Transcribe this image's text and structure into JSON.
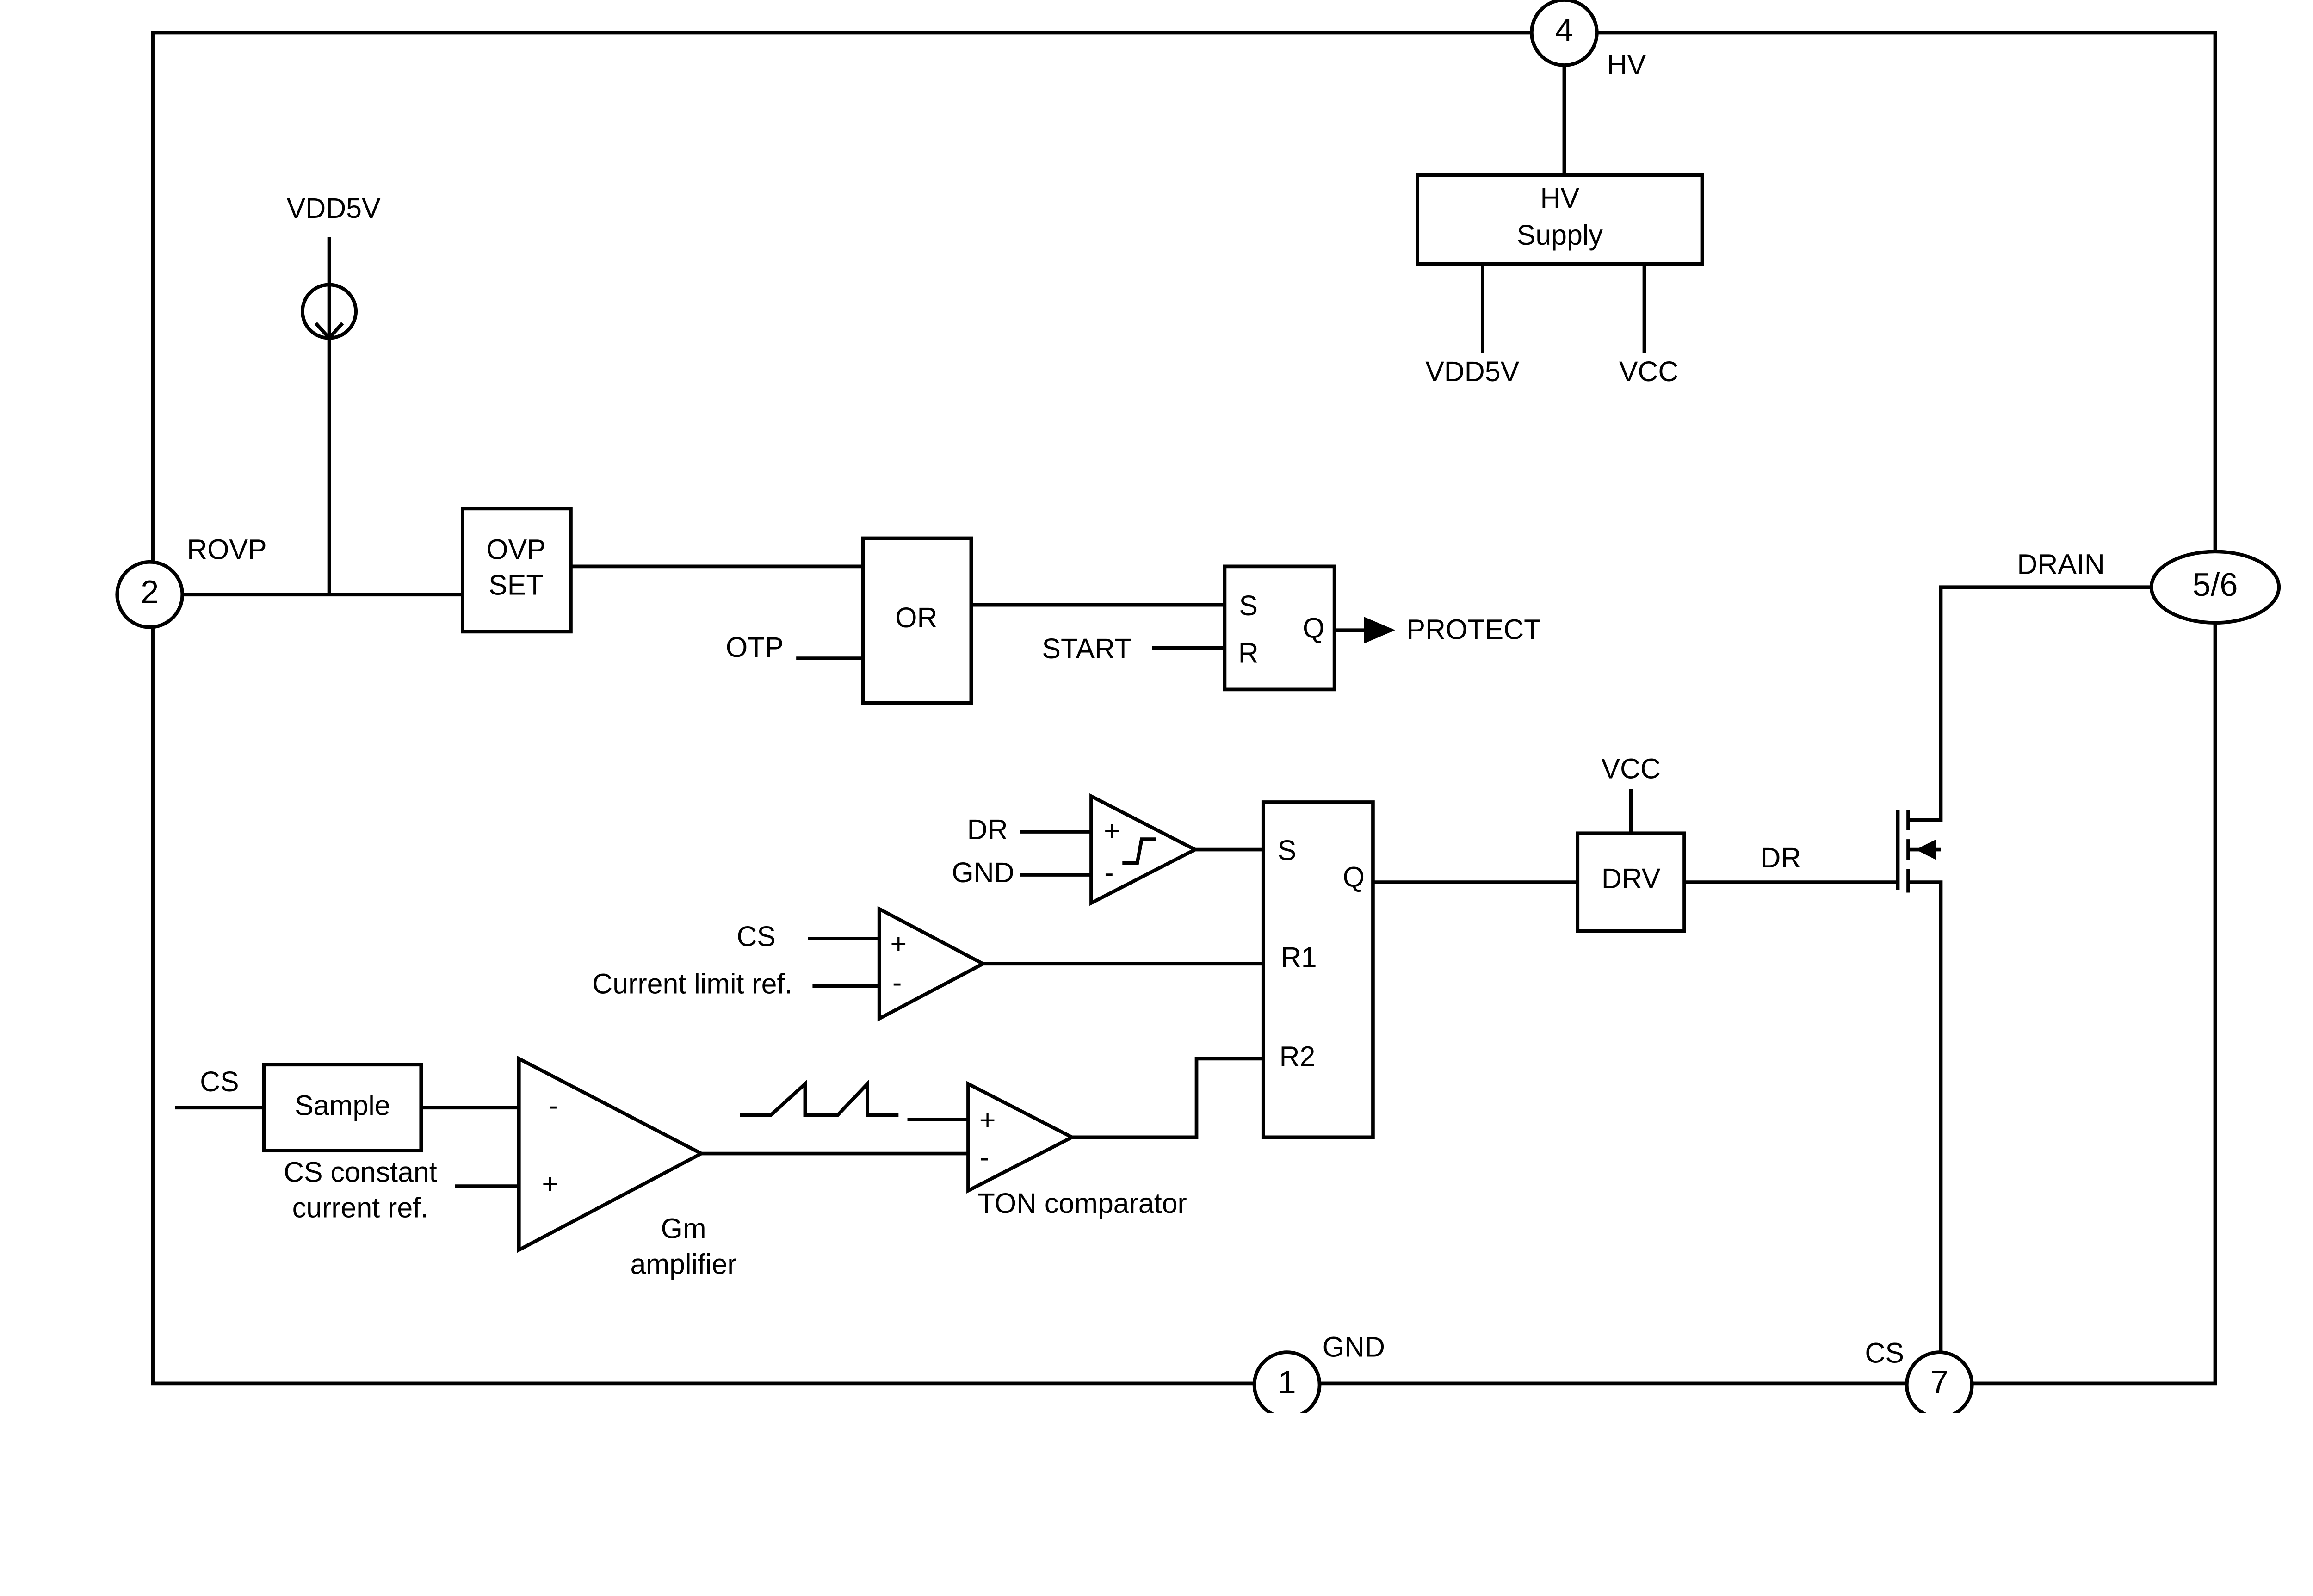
{
  "pins": {
    "p4": "4",
    "p2": "2",
    "p56": "5/6",
    "p1": "1",
    "p7": "7"
  },
  "pin_labels": {
    "hv": "HV",
    "rovp": "ROVP",
    "drain": "DRAIN",
    "gnd": "GND",
    "cs": "CS"
  },
  "hv_supply": {
    "line1": "HV",
    "line2": "Supply",
    "out1": "VDD5V",
    "out2": "VCC"
  },
  "current_source": {
    "label": "VDD5V"
  },
  "ovp": {
    "line1": "OVP",
    "line2": "SET"
  },
  "or_gate": {
    "label": "OR",
    "input": "OTP"
  },
  "protect_latch": {
    "s": "S",
    "r": "R",
    "q": "Q",
    "start": "START",
    "output": "PROTECT"
  },
  "hyst_comp": {
    "in1": "DR",
    "in2": "GND",
    "plus": "+",
    "minus": "-"
  },
  "limit_comp": {
    "in1": "CS",
    "in2": "Current limit ref.",
    "plus": "+",
    "minus": "-"
  },
  "main_latch": {
    "s": "S",
    "q": "Q",
    "r1": "R1",
    "r2": "R2"
  },
  "driver": {
    "label": "DRV",
    "supply": "VCC",
    "output": "DR"
  },
  "sample": {
    "label": "Sample",
    "input": "CS",
    "ref1": "CS constant",
    "ref2": "current ref."
  },
  "gm_amp": {
    "minus": "-",
    "plus": "+",
    "line1": "Gm",
    "line2": "amplifier"
  },
  "ton_comp": {
    "plus": "+",
    "minus": "-",
    "label": "TON comparator"
  }
}
